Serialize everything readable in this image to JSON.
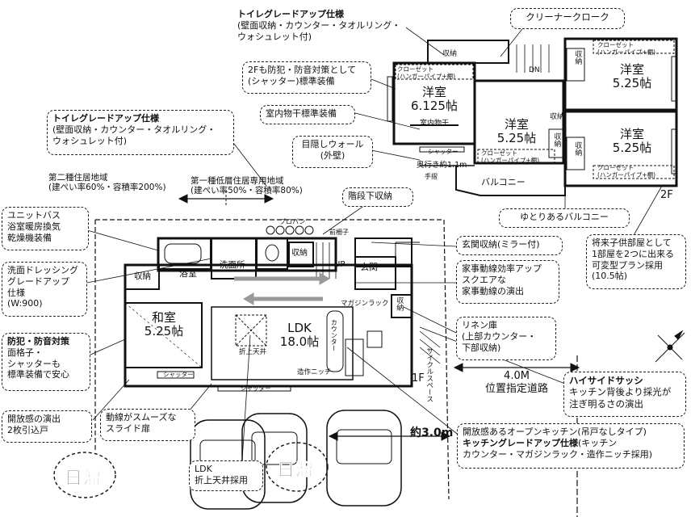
{
  "callouts": {
    "toilet_upgrade_2f": {
      "title": "トイレグレードアップ仕様",
      "lines": [
        "(壁面収納・カウンター・タオルリング・",
        "ウォシュレット付)"
      ]
    },
    "cleaner_cloak": "クリーナークローク",
    "shutter_2f": [
      "2Fも防犯・防音対策として",
      "(シャッター)標準装備"
    ],
    "indoor_dryer": "室内物干標準装備",
    "toilet_upgrade_1f": {
      "title": "トイレグレードアップ仕様",
      "lines": [
        "(壁面収納・カウンター・タオルリング・",
        "ウォシュレット付)"
      ]
    },
    "blind_wall": [
      "目隠しウォール",
      "(外壁)"
    ],
    "spacious_balcony": "ゆとりあるバルコニー",
    "stair_storage": "階段下収納",
    "unit_bath": [
      "ユニットバス",
      "浴室暖房換気",
      "乾燥機装備"
    ],
    "dressing": [
      "洗面ドレッシング",
      "グレードアップ",
      "仕様",
      "(W:900)"
    ],
    "security": [
      "防犯・防音対策",
      "面格子・",
      "シャッターも",
      "標準装備で安心"
    ],
    "openness_door": [
      "開放感の演出",
      "2枚引込戸"
    ],
    "smooth_door": [
      "動線がスムーズな",
      "スライド扉"
    ],
    "ldk_ceiling": [
      "LDK",
      "折上天井採用"
    ],
    "entrance_storage": "玄関収納(ミラー付)",
    "housework": [
      "家事動線効率アップ",
      "スクエアな",
      "家事動線の演出"
    ],
    "linen": [
      "リネン庫",
      "(上部カウンター・",
      "下部収納)"
    ],
    "future_room": [
      "将来子供部屋として",
      "1部屋を2つに出来る",
      "可変型プラン採用",
      "(10.5帖)"
    ],
    "high_side_sash": {
      "title": "ハイサイドサッシ",
      "lines": [
        "キッチン背後より採光が",
        "注ぎ明るさの演出"
      ]
    },
    "open_kitchen": {
      "line1": "開放感あるオープンキッチン(吊戸なしタイプ)",
      "title": "キッチングレードアップ仕様",
      "title_suffix": "(キッチン",
      "line3": "カウンター・マガジンラック・造作ニッチ採用)"
    }
  },
  "zoning": {
    "zone2": [
      "第二種住居地域",
      "(建ぺい率60%・容積率200%)"
    ],
    "zone1": [
      "第一種低層住居専用地域",
      "(建ぺい率50%・容積率80%)"
    ]
  },
  "rooms_2f": {
    "western1": {
      "name": "洋室",
      "size": "6.125帖"
    },
    "western2": {
      "name": "洋室",
      "size": "5.25帖"
    },
    "western3": {
      "name": "洋室",
      "size": "5.25帖"
    },
    "western4": {
      "name": "洋室",
      "size": "5.25帖"
    },
    "closet_label": "クローゼット",
    "closet_sub": "(ハンガーパイプ+棚)",
    "storage": "収納",
    "indoor_dryer_small": "室内物干",
    "shutter": "シャッター",
    "depth": "奥行き約1.1m",
    "handrail": "手摺",
    "balcony": "バルコニー",
    "dn": "DN",
    "floor_label": "2F"
  },
  "rooms_1f": {
    "ldk": {
      "name": "LDK",
      "size": "18.0帖"
    },
    "washitsu": {
      "name": "和室",
      "size": "5.25帖"
    },
    "bath": "浴室",
    "washroom": "洗面所",
    "storage": "収納",
    "genkan": "玄関",
    "up": "UP",
    "magazine_rack": "マガジンラック",
    "counter": "カウンター",
    "niche": "造作ニッチ",
    "orijo": "折上天井",
    "shutter": "シャッター",
    "propane": "プロパン",
    "gas_meter": "前柵子",
    "cycle_space": "サイクルスペース",
    "floor_label": "1F"
  },
  "road": {
    "width": "4.0M",
    "name": "位置指定道路"
  },
  "parking_depth": "約3.0m",
  "hinata": "日溜",
  "colors": {
    "line": "#111111",
    "callout_border": "#222222",
    "background": "#ffffff"
  }
}
